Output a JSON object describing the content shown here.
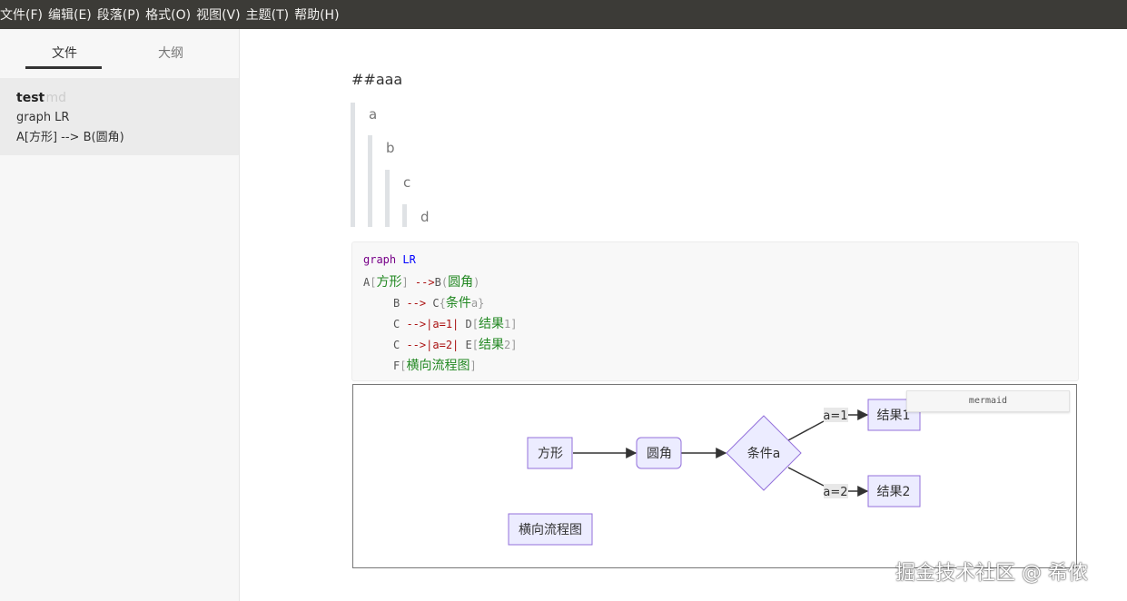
{
  "menu": {
    "items": [
      "文件(F)",
      "编辑(E)",
      "段落(P)",
      "格式(O)",
      "视图(V)",
      "主题(T)",
      "帮助(H)"
    ]
  },
  "sidebar": {
    "tabs": {
      "files": "文件",
      "outline": "大纲"
    },
    "file": {
      "name": "test",
      "ext": ".md",
      "preview_line1": "graph LR",
      "preview_line2": "A[方形] --> B(圆角)"
    }
  },
  "editor": {
    "heading": "##aaa",
    "quotes": [
      "a",
      "b",
      "c",
      "d"
    ],
    "code": {
      "l1_kw": "graph",
      "l1_dir": "LR",
      "l2_a": "A",
      "l2_ob": "[",
      "l2_t": "方形",
      "l2_cb": "]",
      "l2_arrow": " -->",
      "l2_b": "B",
      "l2_op": "(",
      "l2_t2": "圆角",
      "l2_cp": ")",
      "l3_b": "B",
      "l3_arrow": " -->",
      "l3_c": " C",
      "l3_ob": "{",
      "l3_t": "条件",
      "l3_a": "a",
      "l3_cb": "}",
      "l4_c": "C",
      "l4_arrow": " -->",
      "l4_lbl": "|a=1|",
      "l4_d": " D",
      "l4_ob": "[",
      "l4_t": "结果",
      "l4_n": "1",
      "l4_cb": "]",
      "l5_c": "C",
      "l5_arrow": " -->",
      "l5_lbl": "|a=2|",
      "l5_e": " E",
      "l5_ob": "[",
      "l5_t": "结果",
      "l5_n": "2",
      "l5_cb": "]",
      "l6_f": "F",
      "l6_ob": "[",
      "l6_t": "横向流程图",
      "l6_cb": "]"
    },
    "language_badge": "mermaid",
    "diagram": {
      "nodes": {
        "a": "方形",
        "b": "圆角",
        "c": "条件a",
        "d": "结果1",
        "e": "结果2",
        "f": "横向流程图"
      },
      "edge_labels": {
        "a1": "a=1",
        "a2": "a=2"
      }
    }
  },
  "watermark": "掘金技术社区 @ 希侬"
}
